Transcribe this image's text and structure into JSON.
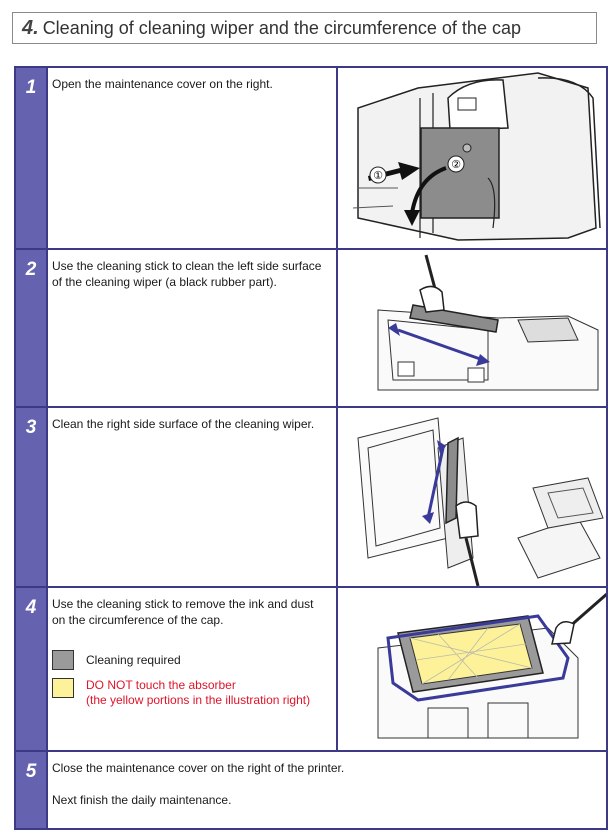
{
  "header": {
    "number": "4.",
    "title": "Cleaning of cleaning wiper and the circumference of the cap"
  },
  "steps": [
    {
      "number": "1",
      "text": "Open the maintenance cover on the right.",
      "callouts": [
        "①",
        "②"
      ]
    },
    {
      "number": "2",
      "text": "Use the cleaning stick to clean the left side surface of the cleaning wiper (a black rubber part)."
    },
    {
      "number": "3",
      "text": "Clean the right side surface of the cleaning wiper."
    },
    {
      "number": "4",
      "text": "Use the cleaning stick to remove the ink and dust on the circumference of the cap.",
      "legend": {
        "gray_label": "Cleaning required",
        "yellow_line1": "DO NOT touch the absorber",
        "yellow_line2": "(the yellow portions in the illustration right)"
      }
    },
    {
      "number": "5",
      "text": "Close the maintenance cover on the right of the printer.",
      "text2": "Next finish the daily maintenance."
    }
  ],
  "colors": {
    "accent": "#3c3a86",
    "step_bg": "#6562b0",
    "warning": "#e0142a",
    "gray": "#9a9a9a",
    "yellow": "#fdf29a"
  }
}
